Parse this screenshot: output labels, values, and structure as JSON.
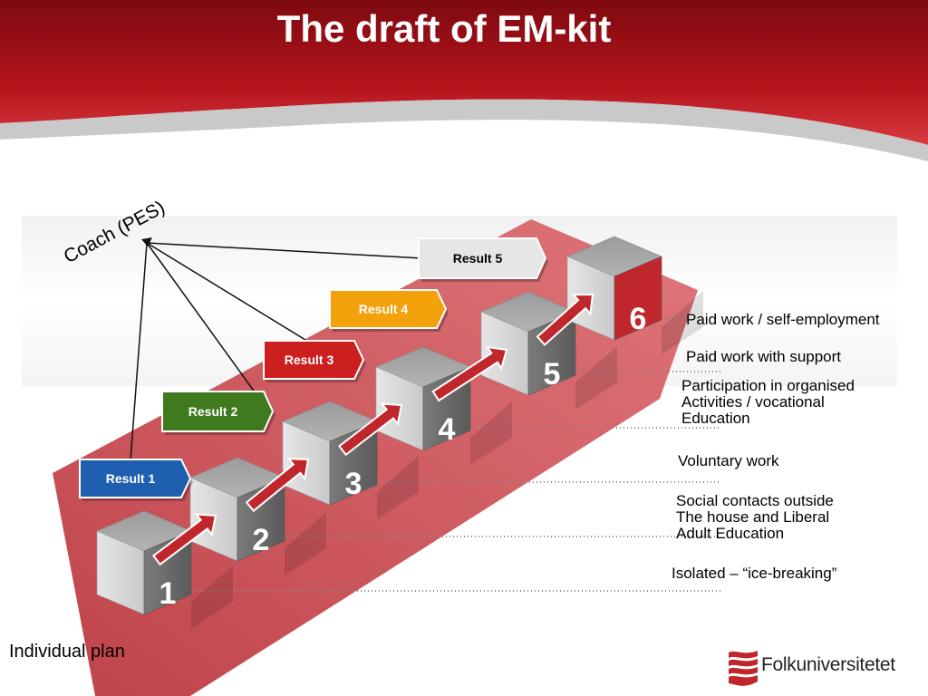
{
  "slide": {
    "title": "The draft of EM-kit",
    "coach_label": "Coach (PES)",
    "individual_plan_label": "Individual plan"
  },
  "colors": {
    "header_red": "#a3121b",
    "arrow_red": "#c0272d",
    "cube_gray": "#b9b9b9",
    "result_blue": "#1f5fb0",
    "result_green": "#3f7a1f",
    "result_red": "#cc1f1f",
    "result_orange": "#f3a20c",
    "result_gray": "#e6e6e6"
  },
  "steps": [
    "1",
    "2",
    "3",
    "4",
    "5",
    "6"
  ],
  "results": [
    {
      "label": "Result 1",
      "color": "blue"
    },
    {
      "label": "Result 2",
      "color": "green"
    },
    {
      "label": "Result 3",
      "color": "red"
    },
    {
      "label": "Result 4",
      "color": "orange"
    },
    {
      "label": "Result 5",
      "color": "gray"
    }
  ],
  "levels": [
    {
      "lines": [
        "Isolated – “ice-breaking”"
      ]
    },
    {
      "lines": [
        "Social contacts outside",
        "The house and Liberal",
        "Adult Education"
      ]
    },
    {
      "lines": [
        "Voluntary work"
      ]
    },
    {
      "lines": [
        "Participation in organised",
        "Activities / vocational",
        "Education"
      ]
    },
    {
      "lines": [
        "Paid work with support"
      ]
    },
    {
      "lines": [
        "Paid work / self-employment"
      ]
    }
  ],
  "logo": {
    "text": "Folkuniversitetet"
  }
}
